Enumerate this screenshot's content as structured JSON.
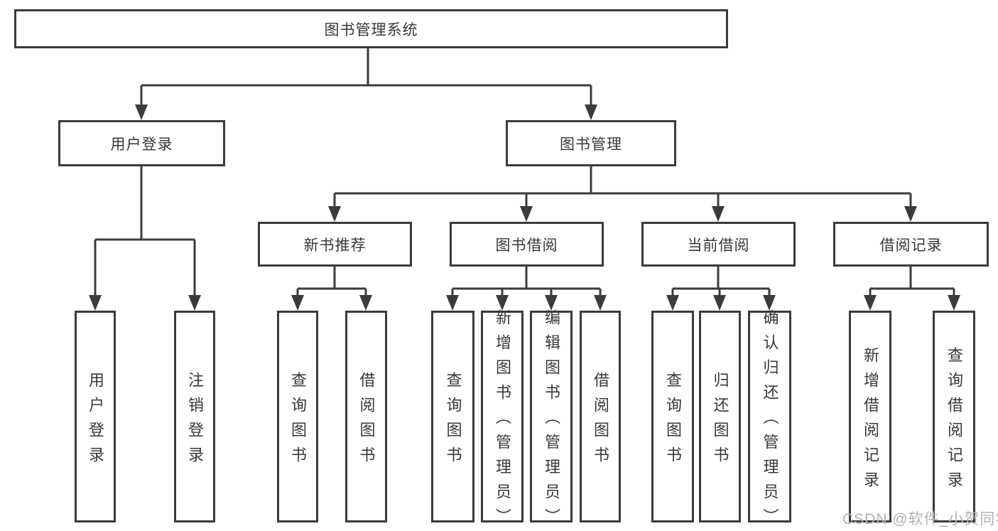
{
  "tree": {
    "root": {
      "label": "图书管理系统",
      "children": [
        {
          "label": "用户登录",
          "children": [
            {
              "label": "用户登录"
            },
            {
              "label": "注销登录"
            }
          ]
        },
        {
          "label": "图书管理",
          "children": [
            {
              "label": "新书推荐",
              "children": [
                {
                  "label": "查询图书"
                },
                {
                  "label": "借阅图书"
                }
              ]
            },
            {
              "label": "图书借阅",
              "children": [
                {
                  "label": "查询图书"
                },
                {
                  "label": "新增图书（管理员）"
                },
                {
                  "label": "编辑图书（管理员）"
                },
                {
                  "label": "借阅图书"
                }
              ]
            },
            {
              "label": "当前借阅",
              "children": [
                {
                  "label": "查询图书"
                },
                {
                  "label": "归还图书"
                },
                {
                  "label": "确认归还（管理员）"
                }
              ]
            },
            {
              "label": "借阅记录",
              "children": [
                {
                  "label": "新增借阅记录"
                },
                {
                  "label": "查询借阅记录"
                }
              ]
            }
          ]
        }
      ]
    }
  },
  "watermark": {
    "text": "CSDN @软件_小贺同学"
  },
  "colors": {
    "line": "#3b3b3b",
    "text": "#383838",
    "watermark": "#b3b3b3",
    "background": "#ffffff"
  }
}
